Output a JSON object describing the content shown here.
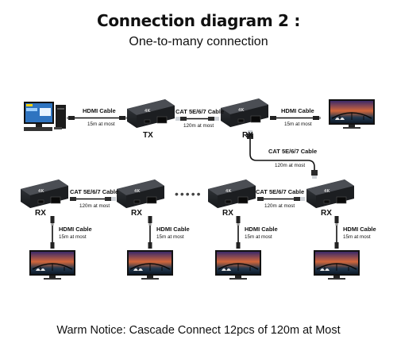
{
  "header": {
    "title": "Connection diagram 2 :",
    "subtitle": "One-to-many connection"
  },
  "top_row": {
    "hdmi_cable_left": "HDMI Cable",
    "hdmi_dist_left": "15m at most",
    "tx_label": "TX",
    "cat_cable": "CAT 5E/6/7 Cable",
    "cat_dist": "120m at most",
    "rx_label": "RX",
    "hdmi_cable_right": "HDMI Cable",
    "hdmi_dist_right": "15m at most"
  },
  "drop": {
    "cat_cable": "CAT 5E/6/7 Cable",
    "cat_dist": "120m at most"
  },
  "bottom_row": {
    "rx1": "RX",
    "rx2": "RX",
    "rx3": "RX",
    "rx4": "RX",
    "cat_cable_1": "CAT 5E/6/7 Cable",
    "cat_dist_1": "120m at most",
    "cat_cable_2": "CAT 5E/6/7 Cable",
    "cat_dist_2": "120m at most",
    "dots": "•••••",
    "hdmi_1": "HDMI Cable",
    "hdmi_dist_1": "15m at most",
    "hdmi_2": "HDMI Cable",
    "hdmi_dist_2": "15m at most",
    "hdmi_3": "HDMI Cable",
    "hdmi_dist_3": "15m at most",
    "hdmi_4": "HDMI Cable",
    "hdmi_dist_4": "15m at most"
  },
  "footer": {
    "notice": "Warm Notice: Cascade Connect 12pcs of 120m at Most"
  }
}
